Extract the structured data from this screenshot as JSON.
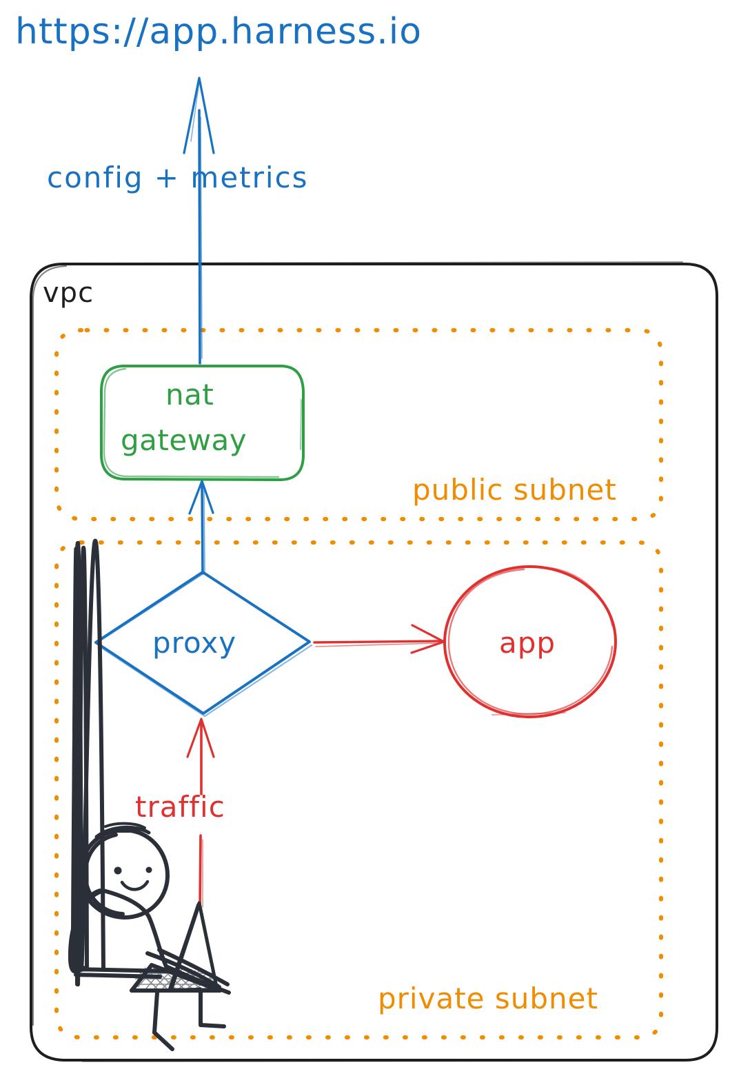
{
  "diagram": {
    "title": "Harness VPC network architecture (hand-drawn sketch)",
    "background": "#ffffff",
    "colors": {
      "blue": "#1971c2",
      "green": "#2f9e44",
      "orange": "#f08c00",
      "red": "#e03131",
      "black": "#1e1e1e"
    }
  },
  "labels": {
    "url": "https://app.harness.io",
    "config_metrics": "config  +  metrics",
    "vpc": "vpc",
    "nat_gateway_line1": "nat",
    "nat_gateway_line2": "gateway",
    "public_subnet": "public subnet",
    "proxy": "proxy",
    "app": "app",
    "traffic": "traffic",
    "private_subnet": "private subnet"
  },
  "nodes": [
    {
      "id": "nat-gateway",
      "label": "nat gateway",
      "shape": "rounded-rectangle",
      "color": "#2f9e44",
      "container": "public subnet"
    },
    {
      "id": "proxy",
      "label": "proxy",
      "shape": "diamond",
      "color": "#1971c2",
      "container": "private subnet"
    },
    {
      "id": "app",
      "label": "app",
      "shape": "ellipse",
      "color": "#e03131",
      "container": "private subnet"
    },
    {
      "id": "user",
      "label": "person with laptop",
      "shape": "stick-figure",
      "color": "#1e1e1e",
      "container": "private subnet"
    }
  ],
  "containers": [
    {
      "id": "vpc",
      "label": "vpc",
      "style": "solid rounded rectangle",
      "color": "#1e1e1e"
    },
    {
      "id": "public-subnet",
      "label": "public subnet",
      "style": "dotted rounded rectangle",
      "color": "#f08c00"
    },
    {
      "id": "private-subnet",
      "label": "private subnet",
      "style": "dotted rounded rectangle",
      "color": "#f08c00"
    }
  ],
  "edges": [
    {
      "from": "nat-gateway",
      "to": "url",
      "label": "config  +  metrics",
      "color": "#1971c2",
      "direction": "up"
    },
    {
      "from": "proxy",
      "to": "nat-gateway",
      "label": "",
      "color": "#1971c2",
      "direction": "up"
    },
    {
      "from": "proxy",
      "to": "app",
      "label": "",
      "color": "#e03131",
      "direction": "right"
    },
    {
      "from": "user",
      "to": "proxy",
      "label": "traffic",
      "color": "#e03131",
      "direction": "up"
    }
  ]
}
